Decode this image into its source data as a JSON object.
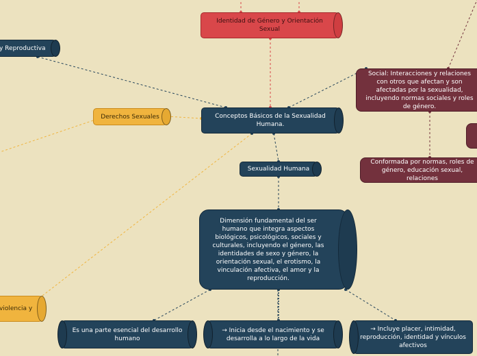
{
  "nodes": {
    "identidad": "Identidad de Género y Orientación Sexual",
    "salud": "y Reproductiva",
    "derechos": "Derechos Sexuales",
    "conceptos": "Conceptos Básicos de la Sexualidad Humana.",
    "social": "Social: Interacciones y relaciones con otros que afectan y son afectadas por la sexualidad, incluyendo normas sociales y roles de género.",
    "conformada": "Conformada por normas, roles de género, educación sexual, relaciones",
    "sexualidad": "Sexualidad Humana",
    "dimension": "Dimensión fundamental del ser humano que integra aspectos biológicos, psicológicos, sociales y culturales, incluyendo el género, las identidades de sexo y género, la orientación sexual, el erotismo, la vinculación afectiva, el amor y la reproducción.",
    "violencia": "violencia y",
    "parte": "Es una parte esencial del desarrollo humano",
    "inicia": "→ Inicia desde el nacimiento y se desarrolla a lo largo de la vida",
    "incluye": "→ Incluye placer, intimidad, reproducción, identidad y vínculos afectivos"
  },
  "colors": {
    "background": "#ece2bf",
    "navy": "#23435a",
    "red": "#d9474a",
    "yellow": "#f0b43e",
    "maroon": "#73313d"
  }
}
